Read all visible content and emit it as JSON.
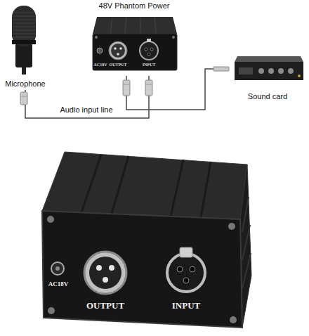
{
  "diagram": {
    "nodes": [
      {
        "text": [
          "Microphone"
        ]
      },
      {
        "text": [
          "48V Phantom Power"
        ]
      },
      {
        "text": [
          "Sound card"
        ]
      }
    ],
    "edges": [
      {
        "from": 0,
        "to": 1,
        "arrow": "none",
        "label": "Audio input line"
      },
      {
        "from": 1,
        "to": 2,
        "arrow": "none"
      }
    ],
    "labels": [
      "AC18V",
      "OUTPUT",
      "INPUT",
      "AC18V",
      "OUTPUT",
      "INPUT"
    ]
  }
}
